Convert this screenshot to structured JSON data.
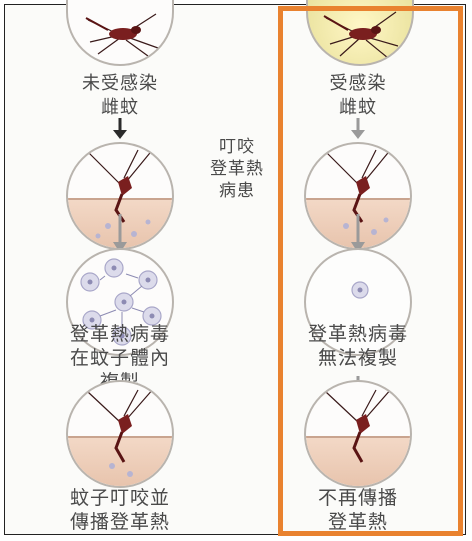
{
  "left": {
    "label_1": [
      "未受感染",
      "雌蚊"
    ],
    "label_3": [
      "登革熱病毒",
      "在蚊子體內",
      "複製"
    ],
    "label_4": [
      "蚊子叮咬並",
      "傳播登革熱"
    ]
  },
  "middle": {
    "label_bite": [
      "叮咬",
      "登革熱",
      "病患"
    ]
  },
  "right": {
    "label_1": [
      "受感染",
      "雌蚊"
    ],
    "label_3": [
      "登革熱病毒",
      "無法複製"
    ],
    "label_4": [
      "不再傳播",
      "登革熱"
    ]
  },
  "colors": {
    "highlight": "#e9822f",
    "arrow_dark": "#2b2b2b",
    "arrow_gray": "#9a9a9a",
    "mosquito": "#7a1f1f",
    "skin": "#f3d9c7",
    "virus": "#a9a7c9",
    "infected_background": "#f3edb0"
  }
}
